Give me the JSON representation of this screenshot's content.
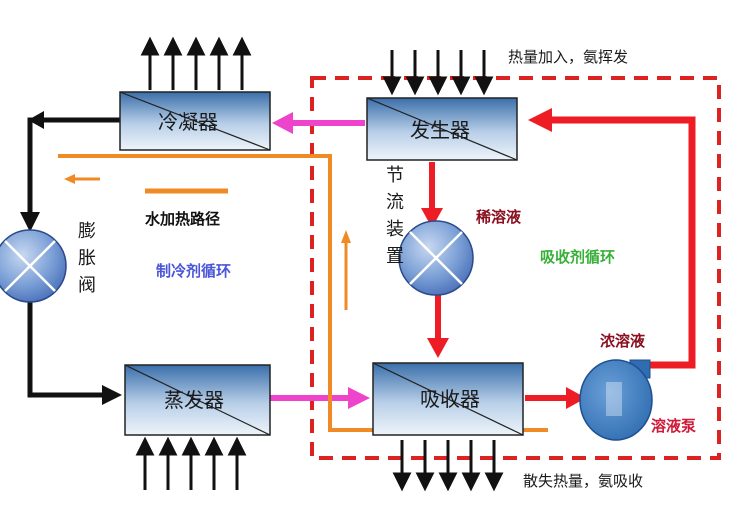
{
  "components": {
    "condenser": "冷凝器",
    "generator": "发生器",
    "evaporator": "蒸发器",
    "absorber": "吸收器",
    "expansion_valve": "膨胀阀",
    "throttle": "节流装置"
  },
  "labels": {
    "heat_in": "热量加入，氨挥发",
    "heat_out": "散失热量，氨吸收",
    "dilute_solution": "稀溶液",
    "concentrated_solution": "浓溶液",
    "solution_pump": "溶液泵",
    "water_heating_path": "水加热路径",
    "refrigerant_cycle": "制冷剂循环",
    "absorbent_cycle": "吸收剂循环"
  },
  "colors": {
    "box_top": "#3a6faa",
    "box_bottom": "#e8f0f8",
    "refrigerant_vapor": "#ee44cc",
    "solution_flow": "#ee1c25",
    "water_path": "#f08a24",
    "dashed_border": "#dd2222",
    "pump": "#4a86c8"
  }
}
